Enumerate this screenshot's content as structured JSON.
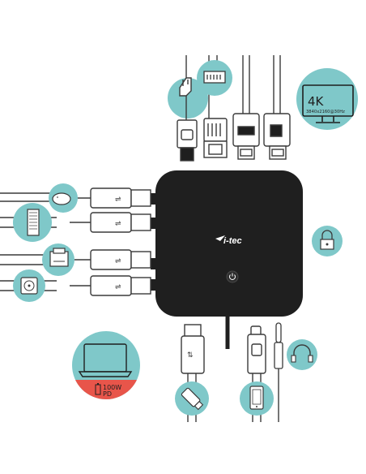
{
  "dock": {
    "brand": "i-tec",
    "power_icon": "power-icon"
  },
  "badges": {
    "monitor_4k": {
      "resolution": "4K",
      "detail": "3840x2160@30Hz",
      "icon": "monitor-icon"
    },
    "laptop_pd": {
      "power": "100W",
      "standard": "PD",
      "icon": "laptop-icon"
    }
  },
  "icons": {
    "power_outlet": "power-plug-icon",
    "ethernet": "ethernet-icon",
    "mouse": "mouse-icon",
    "keyboard": "keyboard-icon",
    "printer": "printer-icon",
    "hard_drive": "hard-drive-icon",
    "lock": "lock-icon",
    "headset": "headset-icon",
    "flash_drive": "flash-drive-icon",
    "smartphone": "smartphone-icon"
  },
  "colors": {
    "teal": "#7fc8c9",
    "dock": "#1f1f1f",
    "pd_red": "#e8554a",
    "line": "#3a3a3a"
  }
}
